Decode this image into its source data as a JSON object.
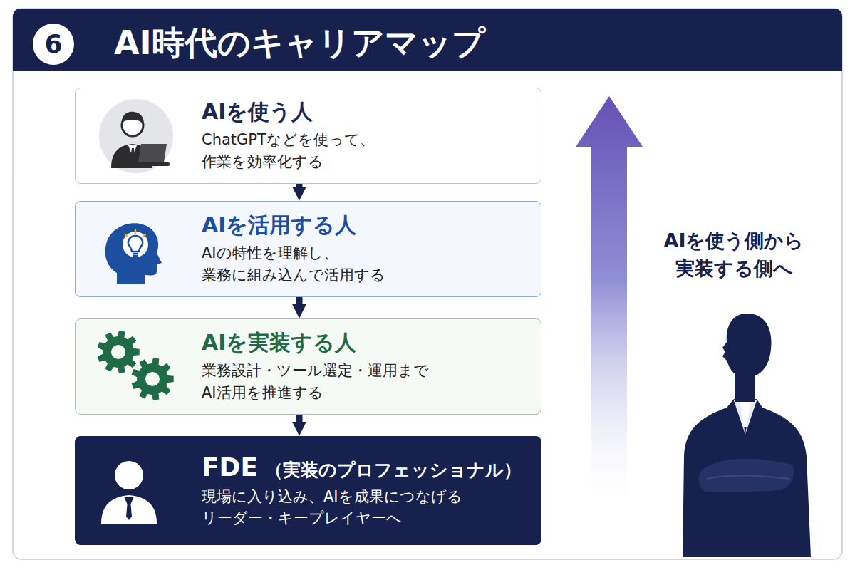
{
  "diagram": {
    "title": "AI時代のキャリアマップ",
    "nodes": [
      {
        "text": [
          "AIを使う人",
          "ChatGPTなどを使って、 作業を効率化する"
        ]
      },
      {
        "text": [
          "AIを活用する人",
          "AIの特性を理解し、 業務に組み込んで活用する"
        ]
      },
      {
        "text": [
          "AIを実装する人",
          "業務設計・ツール選定・運用まで AI活用を推進する"
        ]
      },
      {
        "text": [
          "FDE",
          "（実装のプロフェッショナル）",
          "現場に入り込み、AIを成果につなげる リーダー・キープレイヤーへ"
        ]
      }
    ],
    "edges": [
      {
        "from": 0,
        "to": 1,
        "arrow": "to"
      },
      {
        "from": 1,
        "to": 2,
        "arrow": "to"
      },
      {
        "from": 2,
        "to": 3,
        "arrow": "to"
      }
    ],
    "labels": [
      "6",
      "AIを使う側から 実装する側へ"
    ]
  }
}
